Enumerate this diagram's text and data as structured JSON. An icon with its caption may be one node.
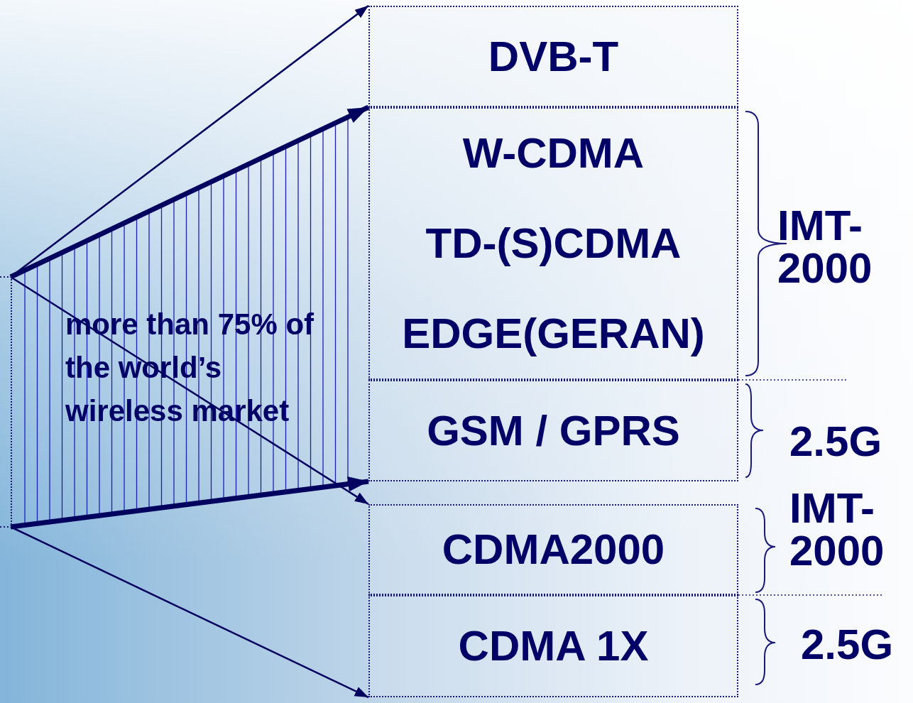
{
  "diagram": {
    "nodes": [
      {
        "text": [
          "more than 75% of the world’s wireless market"
        ]
      },
      {
        "text": [
          "DVB-T"
        ]
      },
      {
        "text": [
          "W-CDMA",
          "TD-(S)CDMA",
          "EDGE(GERAN)"
        ]
      },
      {
        "text": [
          "GSM / GPRS"
        ]
      },
      {
        "text": [
          "CDMA2000"
        ]
      },
      {
        "text": [
          "CDMA 1X"
        ]
      }
    ],
    "edges": [
      {
        "from": 0,
        "to": 1,
        "arrow": "to"
      },
      {
        "from": 0,
        "to": 2,
        "arrow": "to",
        "style": "thick"
      },
      {
        "from": 0,
        "to": 3,
        "arrow": "to",
        "style": "thick"
      },
      {
        "from": 0,
        "to": 4,
        "arrow": "to"
      },
      {
        "from": 0,
        "to": 5,
        "arrow": "to"
      }
    ],
    "labels": [
      "IMT- 2000",
      "2.5G",
      "IMT- 2000",
      "2.5G"
    ]
  }
}
